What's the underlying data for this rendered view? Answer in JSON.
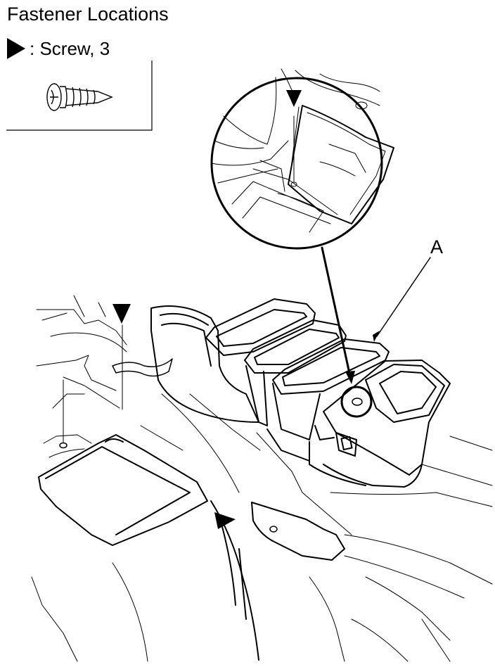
{
  "diagram": {
    "title": "Fastener Locations",
    "legend": {
      "symbol": "filled-triangle-icon",
      "text": ": Screw, 3"
    },
    "callouts": [
      {
        "label": "A"
      }
    ],
    "colors": {
      "line": "#000000",
      "background": "#ffffff"
    }
  }
}
